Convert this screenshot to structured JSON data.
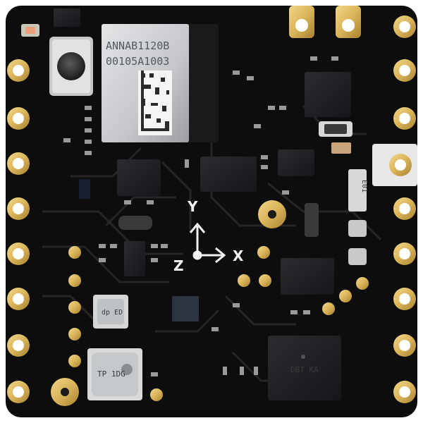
{
  "module": {
    "shield_line1": "ANNAB1120B",
    "shield_line2": "00105A1003"
  },
  "axes": {
    "x_label": "X",
    "y_label": "Y",
    "z_label": "Z"
  },
  "markings": {
    "chip_large": "DBT KA",
    "sensor_small": "dp ED",
    "sensor_round": "TP 1DG",
    "side_pad_code": "E01"
  },
  "colors": {
    "board": "#0d0d0e",
    "gold": "#d9b45a",
    "silver": "#b9bcbf",
    "trace": "#262628"
  },
  "icons": [
    "reset-button-icon",
    "led-icon",
    "axis-arrows-icon"
  ]
}
